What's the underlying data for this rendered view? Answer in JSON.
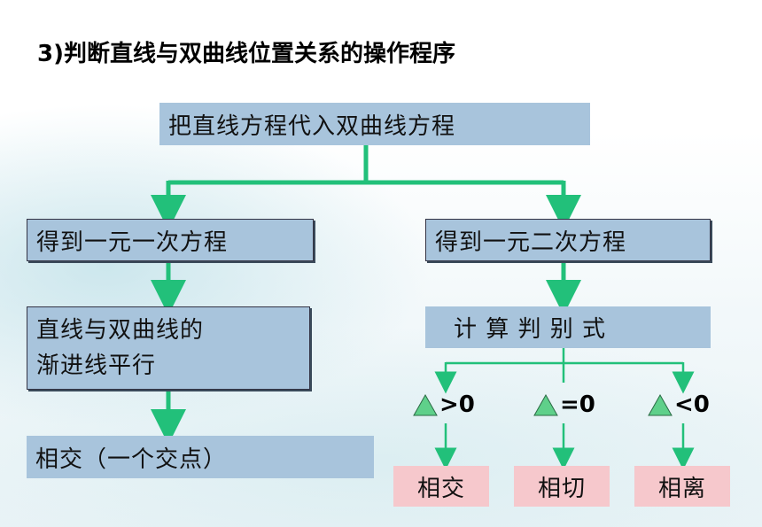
{
  "title": "3)判断直线与双曲线位置关系的操作程序",
  "top_box": "把直线方程代入双曲线方程",
  "left_branch": {
    "step1": "得到一元一次方程",
    "step2_line1": "直线与双曲线的",
    "step2_line2": "渐进线平行",
    "result": "相交（一个交点）"
  },
  "right_branch": {
    "step1": "得到一元二次方程",
    "step2": "计 算 判 别 式",
    "cases": [
      {
        "condition": ">0",
        "result": "相交"
      },
      {
        "condition": "=0",
        "result": "相切"
      },
      {
        "condition": "<0",
        "result": "相离"
      }
    ]
  },
  "colors": {
    "box": "#a8c4dc",
    "result": "#f6c8cc",
    "connector": "#22c07a",
    "triangle": "#5fd08a"
  },
  "icons": {
    "condition_symbol": "delta-triangle-icon"
  }
}
